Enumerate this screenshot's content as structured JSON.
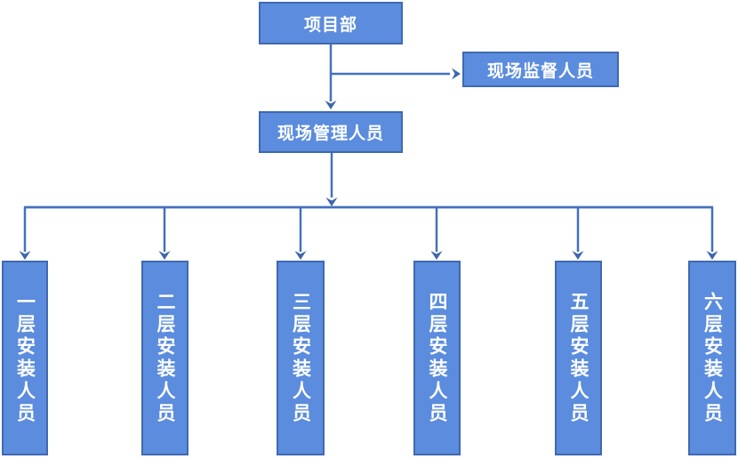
{
  "diagram": {
    "type": "org-chart",
    "nodes": {
      "root": {
        "label": "项目部"
      },
      "supervisor": {
        "label": "现场监督人员"
      },
      "manager": {
        "label": "现场管理人员"
      }
    },
    "floors": [
      {
        "label": "一层安装人员"
      },
      {
        "label": "二层安装人员"
      },
      {
        "label": "三层安装人员"
      },
      {
        "label": "四层安装人员"
      },
      {
        "label": "五层安装人员"
      },
      {
        "label": "六层安装人员"
      }
    ],
    "colors": {
      "box_fill": "#5b8cdd",
      "box_border": "#3f69b0",
      "connector": "#4371bd",
      "arrowhead": "#3c66ad",
      "text": "#ffffff",
      "background": "#ffffff"
    }
  }
}
